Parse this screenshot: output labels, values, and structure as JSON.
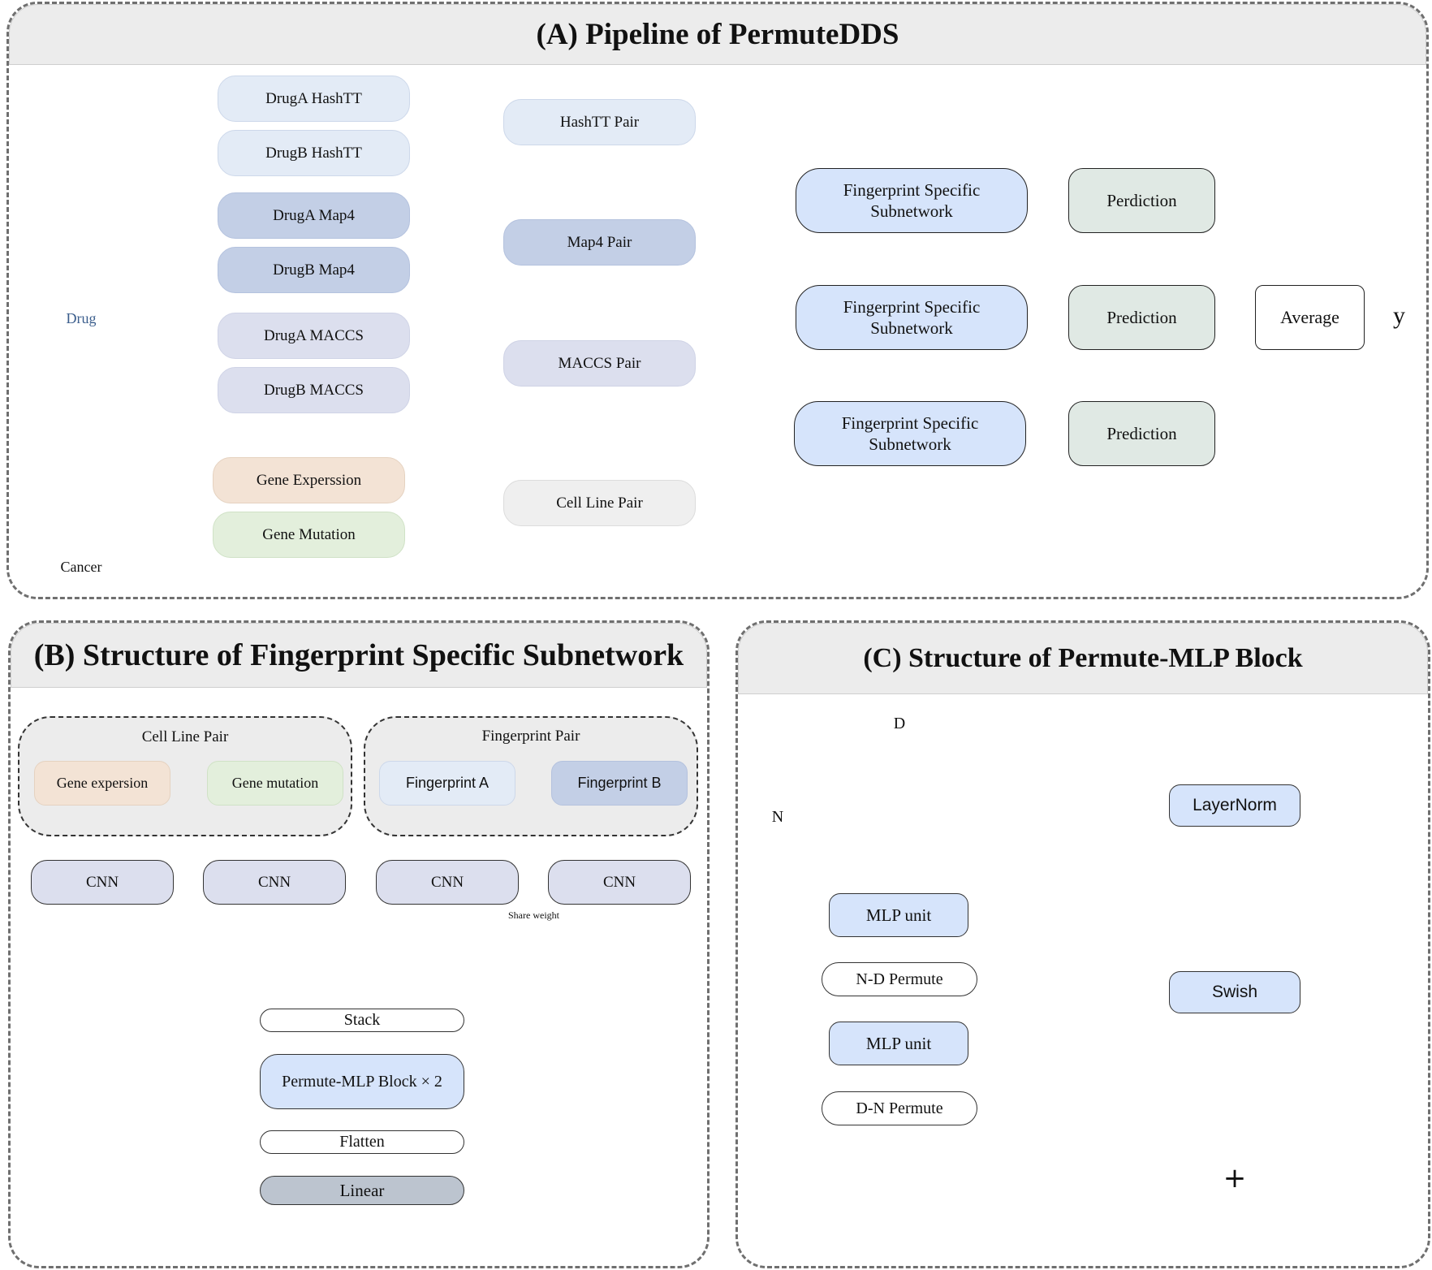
{
  "panel_a": {
    "title": "(A) Pipeline of PermuteDDS",
    "drug_label": "Drug",
    "cancer_label": "Cancer",
    "inputs": [
      "DrugA HashTT",
      "DrugB HashTT",
      "DrugA Map4",
      "DrugB Map4",
      "DrugA MACCS",
      "DrugB MACCS"
    ],
    "cancer_inputs": [
      "Gene Experssion",
      "Gene Mutation"
    ],
    "pairs": [
      "HashTT Pair",
      "Map4 Pair",
      "MACCS Pair",
      "Cell Line Pair"
    ],
    "subnetworks": [
      "Fingerprint Specific Subnetwork",
      "Fingerprint Specific Subnetwork",
      "Fingerprint Specific Subnetwork"
    ],
    "predictions": [
      "Perdiction",
      "Prediction",
      "Prediction"
    ],
    "average": "Average",
    "output": "y"
  },
  "panel_b": {
    "title": "(B) Structure of Fingerprint Specific Subnetwork",
    "group_cell": "Cell Line Pair",
    "group_fp": "Fingerprint Pair",
    "inputs": [
      "Gene expersion",
      "Gene mutation",
      "Fingerprint A",
      "Fingerprint B"
    ],
    "cnn": [
      "CNN",
      "CNN",
      "CNN",
      "CNN"
    ],
    "share_weight": "Share weight",
    "stack": "Stack",
    "permute_block": "Permute-MLP Block × 2",
    "flatten": "Flatten",
    "linear": "Linear"
  },
  "panel_c": {
    "title": "(C) Structure of Permute-MLP Block",
    "dim_d": "D",
    "dim_n": "N",
    "mlp_unit_1": "MLP unit",
    "nd_permute": "N-D Permute",
    "mlp_unit_2": "MLP unit",
    "dn_permute": "D-N Permute",
    "layernorm": "LayerNorm",
    "swish": "Swish",
    "plus": "+"
  },
  "colors": {
    "peach": "#f3dcc6",
    "mint": "#e1eed8",
    "light_blue": "#dde6f4",
    "mid_blue": "#b9c6e3",
    "dark_blue": "#8ba3dc",
    "node_blue": "#d6e4fb",
    "prediction_green": "#e0e9e4"
  }
}
